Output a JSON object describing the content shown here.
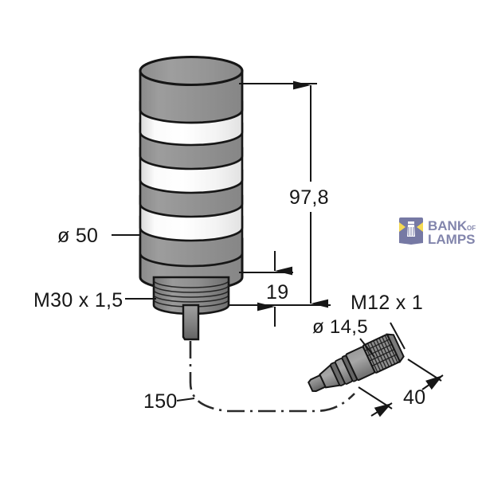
{
  "drawing": {
    "title": "Turck LED signal tower light dimensional drawing",
    "background_color": "#ffffff",
    "line_color": "#161616",
    "body_gray": "#909090",
    "body_white": "#fdfdfd",
    "thread_gray": "#8e8e8e"
  },
  "labels": {
    "diameter_body": "ø 50",
    "thread_body": "M30 x 1,5",
    "height_total": "97,8",
    "height_base": "19",
    "cable_length": "150",
    "connector_thread": "M12 x 1",
    "connector_diameter": "ø 14,5",
    "connector_length": "40"
  },
  "watermark": {
    "line1": "BANK",
    "of": "OF",
    "line2": "LAMPS",
    "text_color": "#7c7fa8",
    "badge_color": "#6f72a0",
    "beam_color": "#f5d94b",
    "logo_name": "lighthouse-icon"
  },
  "dimensions_data": {
    "total_height_mm": 97.8,
    "base_height_mm": 19,
    "body_diameter_mm": 50,
    "body_thread": "M30 x 1,5",
    "cable_length_mm": 150,
    "connector_thread": "M12 x 1",
    "connector_diameter_mm": 14.5,
    "connector_length_mm": 40
  }
}
